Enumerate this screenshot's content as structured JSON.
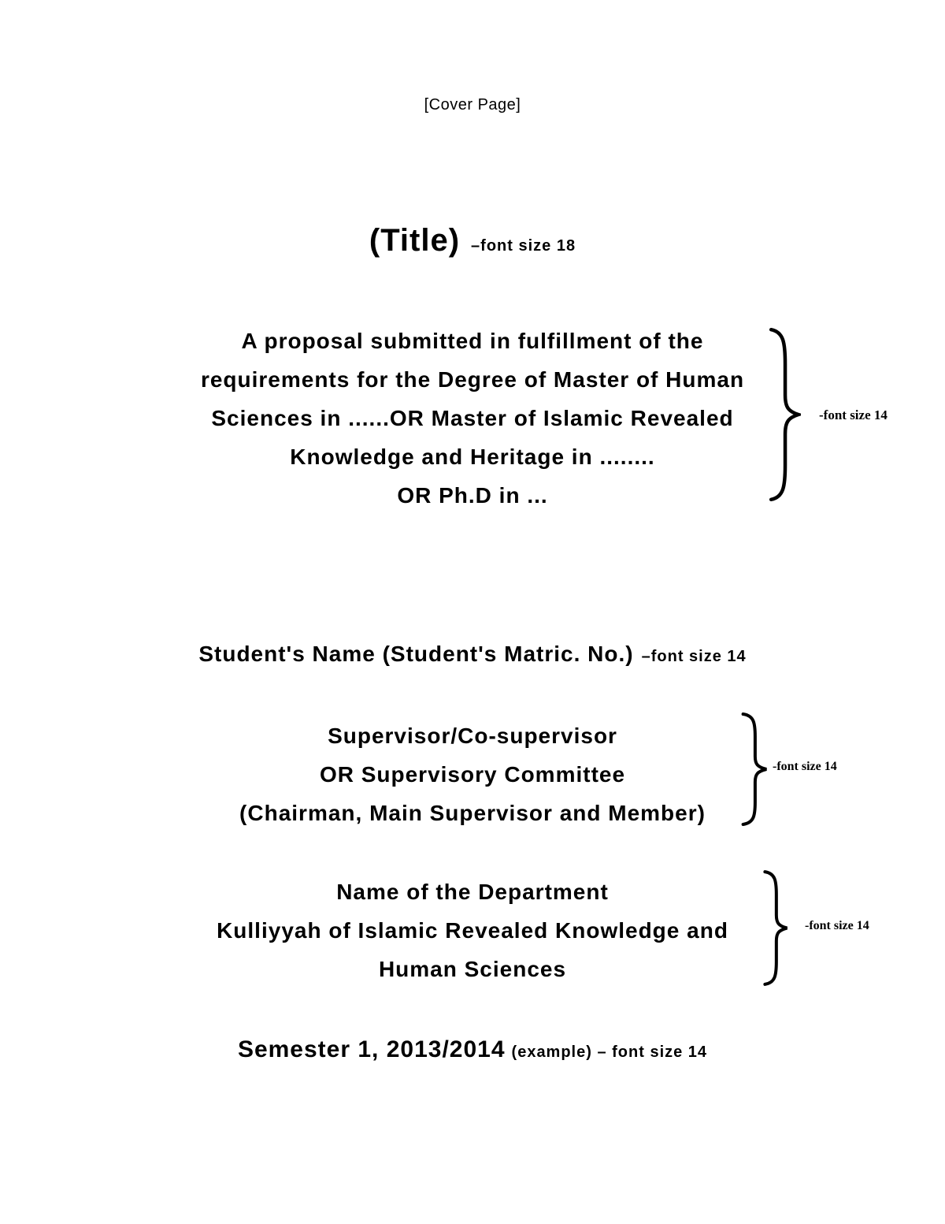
{
  "document": {
    "cover_label": "[Cover Page]",
    "title": {
      "text": "(Title)",
      "note": "–font size 18"
    },
    "proposal": {
      "lines": [
        "A proposal submitted in fulfillment of the",
        "requirements for the Degree of Master of Human",
        "Sciences in ......OR Master of Islamic Revealed",
        "Knowledge and Heritage in ........",
        "OR Ph.D in ..."
      ],
      "brace_note": "-font size 14"
    },
    "student": {
      "text": "Student's Name (Student's Matric. No.)",
      "note": "–font size 14"
    },
    "supervisor": {
      "lines": [
        "Supervisor/Co-supervisor",
        "OR Supervisory Committee",
        "(Chairman, Main Supervisor and Member)"
      ],
      "brace_note": "-font size 14"
    },
    "department": {
      "lines": [
        "Name of the Department",
        "Kulliyyah of Islamic Revealed Knowledge and",
        "Human Sciences"
      ],
      "brace_note": "-font size 14"
    },
    "semester": {
      "text": "Semester 1, 2013/2014",
      "note": "(example) – font size 14"
    }
  },
  "colors": {
    "background": "#ffffff",
    "text": "#000000"
  }
}
